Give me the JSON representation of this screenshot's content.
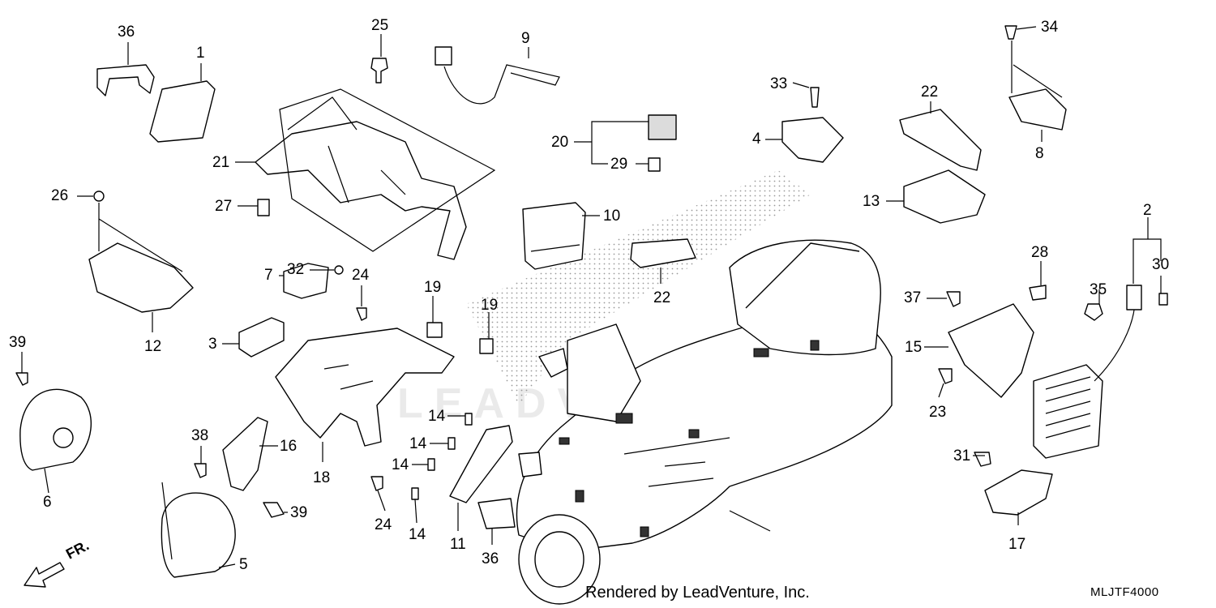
{
  "footer": {
    "credit": "Rendered by LeadVenture, Inc.",
    "diagram_code": "MLJTF4000",
    "direction_label": "FR.",
    "watermark": "LEADVENTURE"
  },
  "callouts": [
    {
      "id": "c36a",
      "label": "36"
    },
    {
      "id": "c1",
      "label": "1"
    },
    {
      "id": "c25",
      "label": "25"
    },
    {
      "id": "c9",
      "label": "9"
    },
    {
      "id": "c34",
      "label": "34"
    },
    {
      "id": "c33",
      "label": "33"
    },
    {
      "id": "c22a",
      "label": "22"
    },
    {
      "id": "c8",
      "label": "8"
    },
    {
      "id": "c4",
      "label": "4"
    },
    {
      "id": "c20",
      "label": "20"
    },
    {
      "id": "c29",
      "label": "29"
    },
    {
      "id": "c21",
      "label": "21"
    },
    {
      "id": "c26",
      "label": "26"
    },
    {
      "id": "c27",
      "label": "27"
    },
    {
      "id": "c10",
      "label": "10"
    },
    {
      "id": "c13",
      "label": "13"
    },
    {
      "id": "c2",
      "label": "2"
    },
    {
      "id": "c32",
      "label": "32"
    },
    {
      "id": "c28",
      "label": "28"
    },
    {
      "id": "c30",
      "label": "30"
    },
    {
      "id": "c7",
      "label": "7"
    },
    {
      "id": "c24a",
      "label": "24"
    },
    {
      "id": "c22b",
      "label": "22"
    },
    {
      "id": "c35",
      "label": "35"
    },
    {
      "id": "c19a",
      "label": "19"
    },
    {
      "id": "c37",
      "label": "37"
    },
    {
      "id": "c19b",
      "label": "19"
    },
    {
      "id": "c3",
      "label": "3"
    },
    {
      "id": "c12",
      "label": "12"
    },
    {
      "id": "c15",
      "label": "15"
    },
    {
      "id": "c39a",
      "label": "39"
    },
    {
      "id": "c23",
      "label": "23"
    },
    {
      "id": "c14a",
      "label": "14"
    },
    {
      "id": "c38",
      "label": "38"
    },
    {
      "id": "c16",
      "label": "16"
    },
    {
      "id": "c14b",
      "label": "14"
    },
    {
      "id": "c14c",
      "label": "14"
    },
    {
      "id": "c31",
      "label": "31"
    },
    {
      "id": "c18",
      "label": "18"
    },
    {
      "id": "c6",
      "label": "6"
    },
    {
      "id": "c39b",
      "label": "39"
    },
    {
      "id": "c24b",
      "label": "24"
    },
    {
      "id": "c14d",
      "label": "14"
    },
    {
      "id": "c11",
      "label": "11"
    },
    {
      "id": "c17",
      "label": "17"
    },
    {
      "id": "c5",
      "label": "5"
    },
    {
      "id": "c36b",
      "label": "36"
    }
  ]
}
